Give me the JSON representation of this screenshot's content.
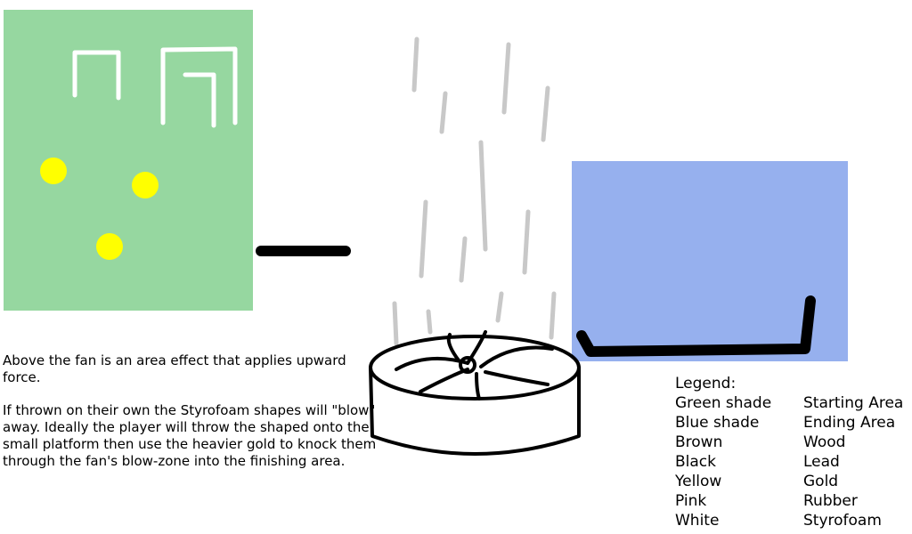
{
  "colors": {
    "starting_area": "#96d7a0",
    "ending_area": "#96b0ee",
    "styrofoam": "#ffffff",
    "gold": "#ffff00",
    "lead": "#000000",
    "wind": "#c8c8c8"
  },
  "objects": {
    "styrofoam_shapes": 2,
    "gold_balls": 3,
    "fan": "fan-icon"
  },
  "notes": {
    "paragraph1": "Above the fan is an area effect that applies upward force.",
    "paragraph2": "If thrown on their own the Styrofoam shapes will \"blow\" away. Ideally the player will throw the shaped onto the small platform then use the heavier gold to knock them through the fan's blow-zone into the finishing area."
  },
  "legend": {
    "title": "Legend:",
    "items": [
      {
        "key": "Green shade",
        "value": "Starting Area"
      },
      {
        "key": "Blue shade",
        "value": "Ending Area"
      },
      {
        "key": "Brown",
        "value": "Wood"
      },
      {
        "key": "Black",
        "value": "Lead"
      },
      {
        "key": "Yellow",
        "value": "Gold"
      },
      {
        "key": "Pink",
        "value": "Rubber"
      },
      {
        "key": "White",
        "value": "Styrofoam"
      }
    ]
  }
}
